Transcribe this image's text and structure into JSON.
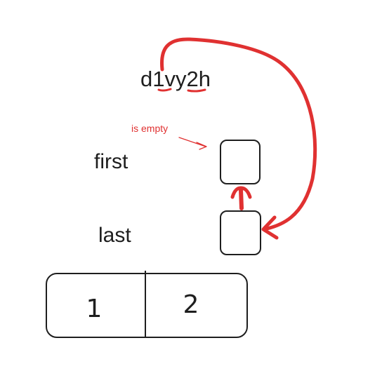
{
  "word": "d1vy2h",
  "annotation": "is empty",
  "labels": {
    "first": "first",
    "last": "last"
  },
  "cells": [
    "1",
    "2"
  ],
  "colors": {
    "ink": "#1e1e1e",
    "accent": "#e03131",
    "background": "#ffffff"
  }
}
